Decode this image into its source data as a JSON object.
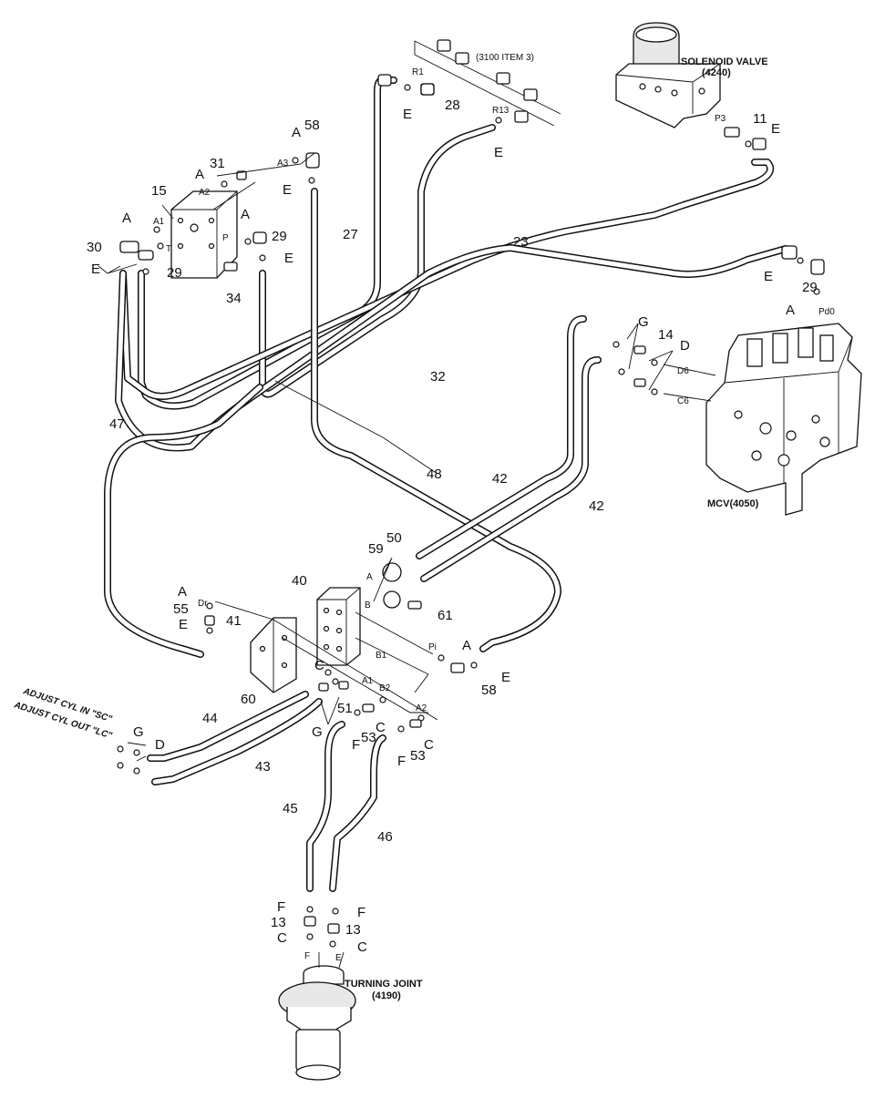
{
  "assemblies": {
    "solenoid_valve": "SOLENOID VALVE",
    "solenoid_valve_no": "(4240)",
    "ref_3100": "(3100 ITEM 3)",
    "mcv": "MCV(4050)",
    "turning_joint": "TURNING JOINT",
    "turning_joint_no": "(4190)",
    "adjust_in": "ADJUST CYL IN \"SC\"",
    "adjust_out": "ADJUST CYL OUT \"LC\""
  },
  "item_labels": [
    {
      "id": "i58a",
      "text": "58"
    },
    {
      "id": "i31",
      "text": "31"
    },
    {
      "id": "i15",
      "text": "15"
    },
    {
      "id": "i30",
      "text": "30"
    },
    {
      "id": "i29a",
      "text": "29"
    },
    {
      "id": "i29b",
      "text": "29"
    },
    {
      "id": "i34",
      "text": "34"
    },
    {
      "id": "i27",
      "text": "27"
    },
    {
      "id": "i28",
      "text": "28"
    },
    {
      "id": "i11",
      "text": "11"
    },
    {
      "id": "i23",
      "text": "23"
    },
    {
      "id": "i29c",
      "text": "29"
    },
    {
      "id": "i14",
      "text": "14"
    },
    {
      "id": "i32",
      "text": "32"
    },
    {
      "id": "i47",
      "text": "47"
    },
    {
      "id": "i48",
      "text": "48"
    },
    {
      "id": "i42a",
      "text": "42"
    },
    {
      "id": "i42b",
      "text": "42"
    },
    {
      "id": "i50",
      "text": "50"
    },
    {
      "id": "i59",
      "text": "59"
    },
    {
      "id": "i40",
      "text": "40"
    },
    {
      "id": "i61",
      "text": "61"
    },
    {
      "id": "i55",
      "text": "55"
    },
    {
      "id": "i41",
      "text": "41"
    },
    {
      "id": "i58b",
      "text": "58"
    },
    {
      "id": "i60",
      "text": "60"
    },
    {
      "id": "i51",
      "text": "51"
    },
    {
      "id": "i53a",
      "text": "53"
    },
    {
      "id": "i53b",
      "text": "53"
    },
    {
      "id": "i44",
      "text": "44"
    },
    {
      "id": "i43",
      "text": "43"
    },
    {
      "id": "i45",
      "text": "45"
    },
    {
      "id": "i46",
      "text": "46"
    },
    {
      "id": "i13a",
      "text": "13"
    },
    {
      "id": "i13b",
      "text": "13"
    }
  ],
  "seal_labels": [
    {
      "id": "sA1",
      "text": "A"
    },
    {
      "id": "sA2",
      "text": "A"
    },
    {
      "id": "sA3",
      "text": "A"
    },
    {
      "id": "sA4",
      "text": "A"
    },
    {
      "id": "sE1",
      "text": "E"
    },
    {
      "id": "sE2",
      "text": "E"
    },
    {
      "id": "sE3",
      "text": "E"
    },
    {
      "id": "sE4",
      "text": "E"
    },
    {
      "id": "sE5",
      "text": "E"
    },
    {
      "id": "sE6",
      "text": "E"
    },
    {
      "id": "sE7",
      "text": "E"
    },
    {
      "id": "sA5",
      "text": "A"
    },
    {
      "id": "sG1",
      "text": "G"
    },
    {
      "id": "sD1",
      "text": "D"
    },
    {
      "id": "sA6",
      "text": "A"
    },
    {
      "id": "sE8",
      "text": "E"
    },
    {
      "id": "sA7",
      "text": "A"
    },
    {
      "id": "sE9",
      "text": "E"
    },
    {
      "id": "sC1",
      "text": "C"
    },
    {
      "id": "sG2",
      "text": "G"
    },
    {
      "id": "sC2",
      "text": "C"
    },
    {
      "id": "sF1",
      "text": "F"
    },
    {
      "id": "sF2",
      "text": "F"
    },
    {
      "id": "sC3",
      "text": "C"
    },
    {
      "id": "sG3",
      "text": "G"
    },
    {
      "id": "sD2",
      "text": "D"
    },
    {
      "id": "sF3",
      "text": "F"
    },
    {
      "id": "sF4",
      "text": "F"
    },
    {
      "id": "sC4",
      "text": "C"
    },
    {
      "id": "sC5",
      "text": "C"
    }
  ],
  "port_labels": [
    {
      "id": "pA3",
      "text": "A3"
    },
    {
      "id": "pA2",
      "text": "A2"
    },
    {
      "id": "pA1",
      "text": "A1"
    },
    {
      "id": "pT",
      "text": "T"
    },
    {
      "id": "pP",
      "text": "P"
    },
    {
      "id": "pR1",
      "text": "R1"
    },
    {
      "id": "pR13",
      "text": "R13"
    },
    {
      "id": "pP3",
      "text": "P3"
    },
    {
      "id": "pPd0",
      "text": "Pd0"
    },
    {
      "id": "pD6",
      "text": "D6"
    },
    {
      "id": "pC6",
      "text": "C6"
    },
    {
      "id": "pDr",
      "text": "Dr"
    },
    {
      "id": "pA",
      "text": "A"
    },
    {
      "id": "pB",
      "text": "B"
    },
    {
      "id": "pPi",
      "text": "Pi"
    },
    {
      "id": "pB1",
      "text": "B1"
    },
    {
      "id": "pA1b",
      "text": "A1"
    },
    {
      "id": "pB2",
      "text": "B2"
    },
    {
      "id": "pA2b",
      "text": "A2"
    },
    {
      "id": "pF",
      "text": "F"
    },
    {
      "id": "pE",
      "text": "E"
    }
  ]
}
